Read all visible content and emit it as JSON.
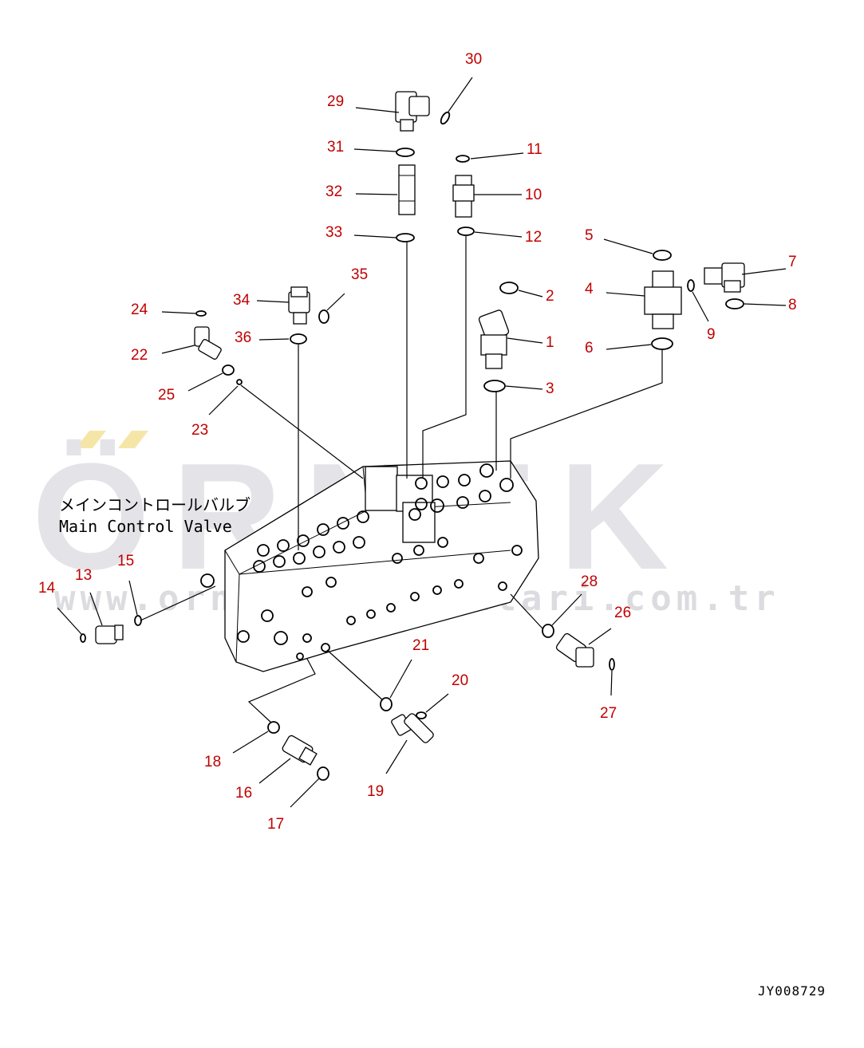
{
  "watermark": {
    "brand": "ÖRNEK",
    "url": "www.ornekismakinalari.com.tr",
    "accent_color": "#f5e6a8",
    "text_color": "#e4e3e7"
  },
  "caption": {
    "japanese": "メインコントロールバルブ",
    "english": "Main Control Valve"
  },
  "figure_code": "JY008729",
  "callout_color": "#c00000",
  "callouts": {
    "n1": "1",
    "n2": "2",
    "n3": "3",
    "n4": "4",
    "n5": "5",
    "n6": "6",
    "n7": "7",
    "n8": "8",
    "n9": "9",
    "n10": "10",
    "n11": "11",
    "n12": "12",
    "n13": "13",
    "n14": "14",
    "n15": "15",
    "n16": "16",
    "n17": "17",
    "n18": "18",
    "n19": "19",
    "n20": "20",
    "n21": "21",
    "n22": "22",
    "n23": "23",
    "n24": "24",
    "n25": "25",
    "n26": "26",
    "n27": "27",
    "n28": "28",
    "n29": "29",
    "n30": "30",
    "n31": "31",
    "n32": "32",
    "n33": "33",
    "n34": "34",
    "n35": "35",
    "n36": "36"
  }
}
